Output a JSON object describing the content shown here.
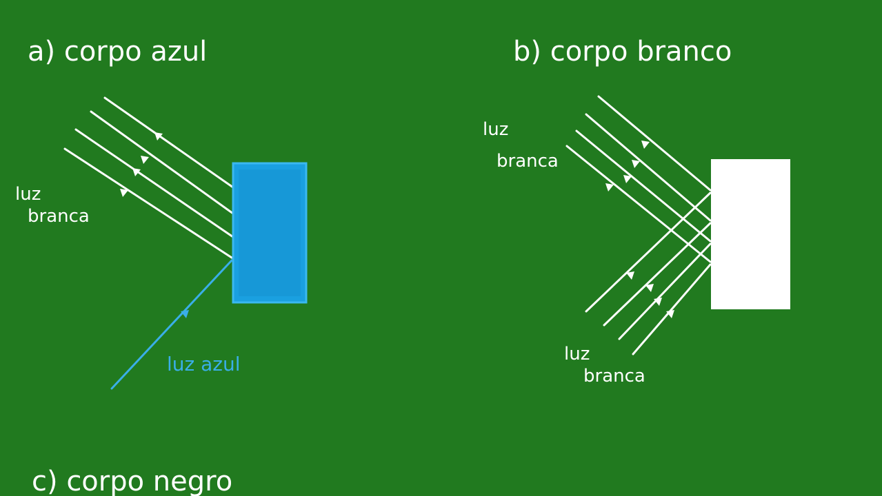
{
  "sections": {
    "a": {
      "title": "a) corpo azul",
      "incident_label_1": "luz",
      "incident_label_2": "branca",
      "reflected_label": "luz azul"
    },
    "b": {
      "title": "b) corpo branco",
      "incident_label_1": "luz",
      "incident_label_2": "branca",
      "reflected_label_1": "luz",
      "reflected_label_2": "branca"
    },
    "c": {
      "title": "c) corpo negro"
    }
  },
  "colors": {
    "board": "#217a1f",
    "chalk_white": "#ffffff",
    "chalk_blue": "#3aaee8",
    "blue_body": "#1aa0e0"
  }
}
